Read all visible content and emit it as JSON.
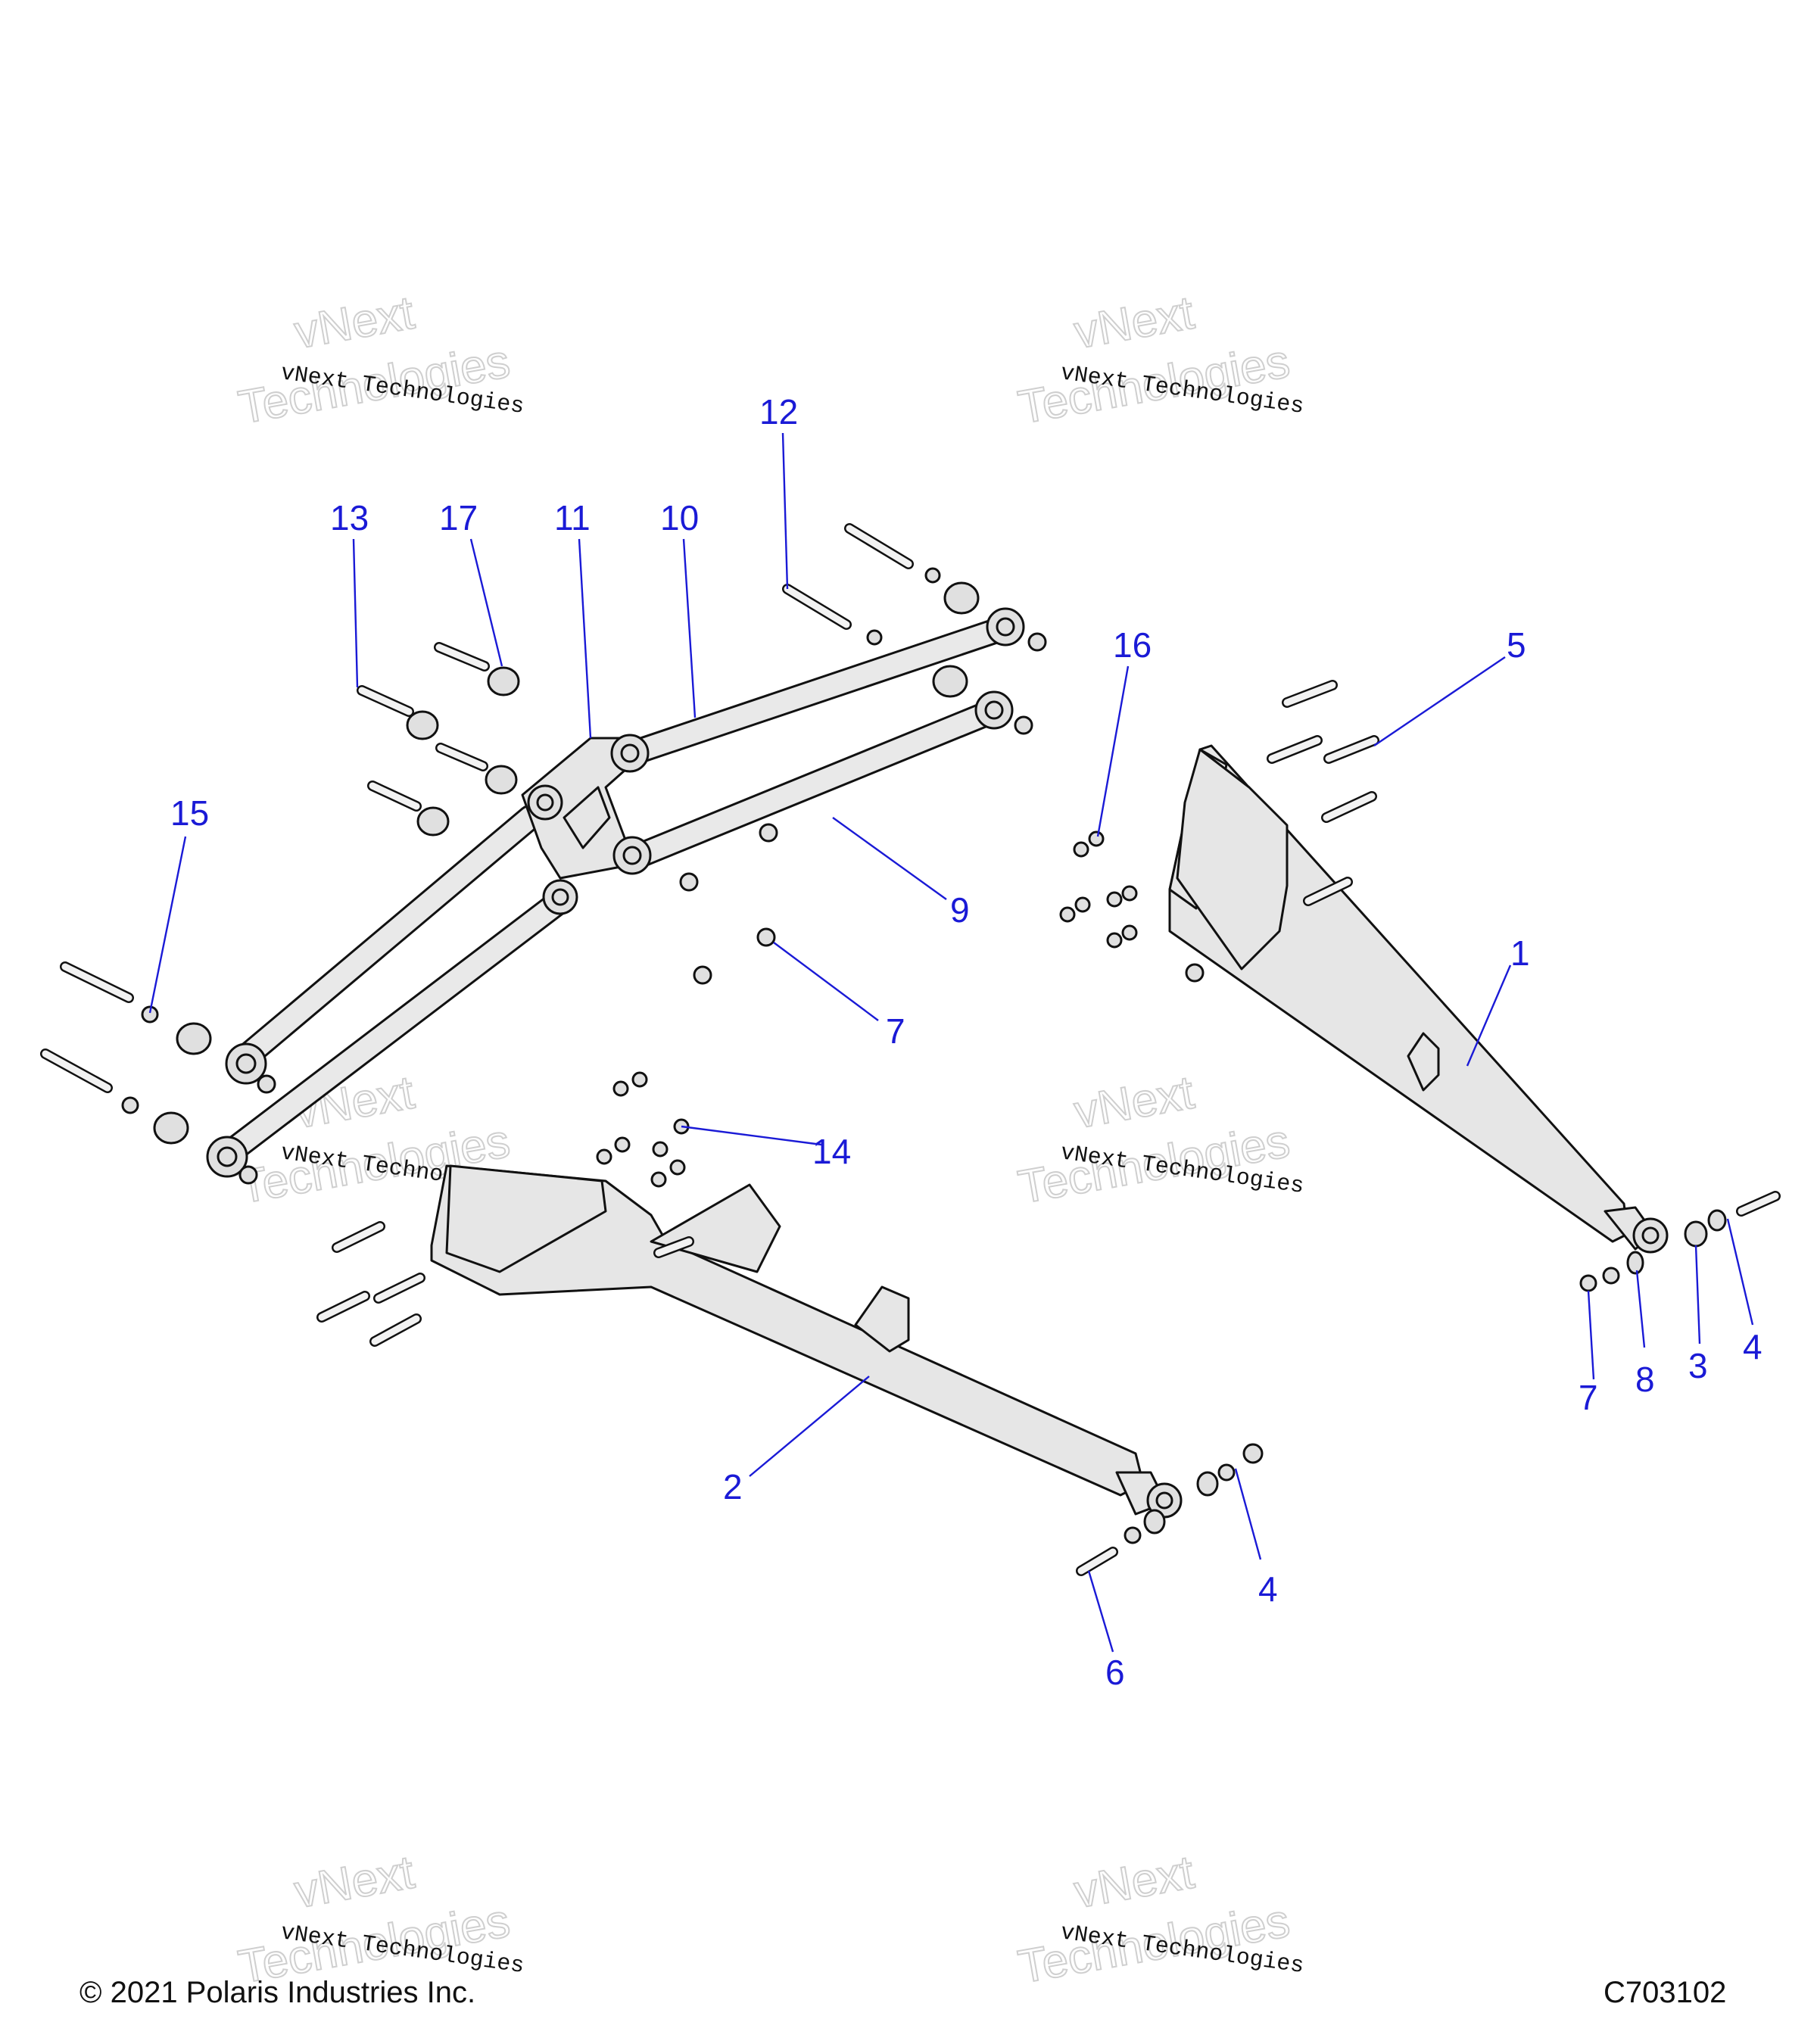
{
  "callouts": {
    "c1": "1",
    "c2": "2",
    "c3": "3",
    "c4a": "4",
    "c4b": "4",
    "c5": "5",
    "c6": "6",
    "c7a": "7",
    "c7b": "7",
    "c8": "8",
    "c9": "9",
    "c10": "10",
    "c11": "11",
    "c12": "12",
    "c13": "13",
    "c14": "14",
    "c15": "15",
    "c16": "16",
    "c17": "17"
  },
  "watermark": {
    "line1": "vNext Technologies",
    "line2": "Technologies",
    "line3": "vNext"
  },
  "footer": {
    "copyright": "© 2021 Polaris Industries Inc.",
    "diagram_id": "C703102"
  },
  "colors": {
    "callout": "#1a1ad6",
    "line_art": "#111111",
    "part_fill": "#e6e6e6"
  }
}
